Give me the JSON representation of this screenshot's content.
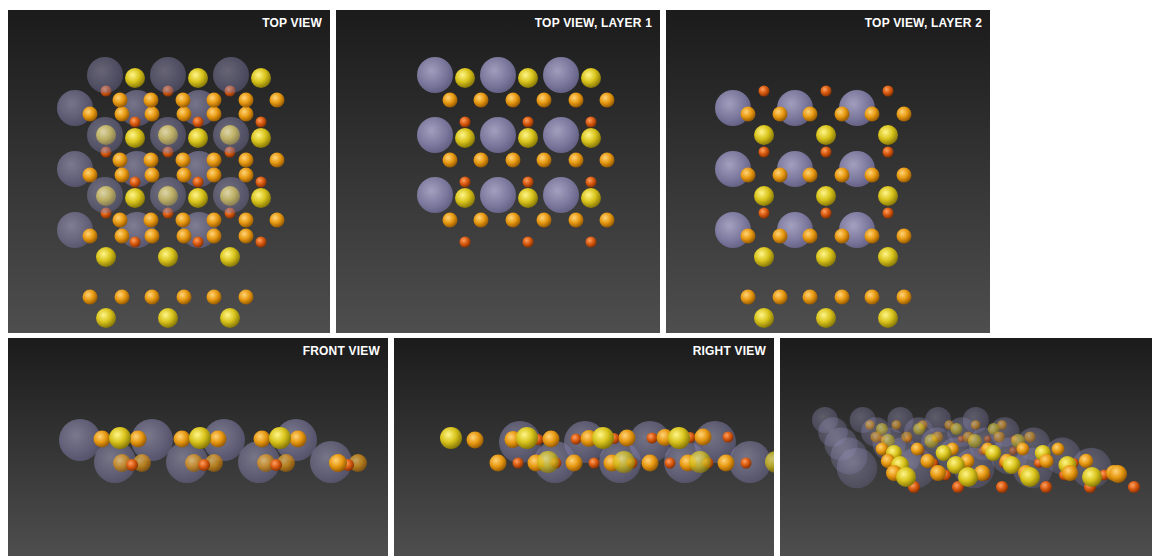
{
  "diagram": {
    "nodes": [
      {
        "text": [
          "TOP VIEW"
        ]
      },
      {
        "text": [
          "TOP VIEW, LAYER 1"
        ]
      },
      {
        "text": [
          "TOP VIEW, LAYER 2"
        ]
      },
      {
        "text": [
          "FRONT VIEW"
        ]
      },
      {
        "text": [
          "RIGHT VIEW"
        ]
      }
    ]
  }
}
